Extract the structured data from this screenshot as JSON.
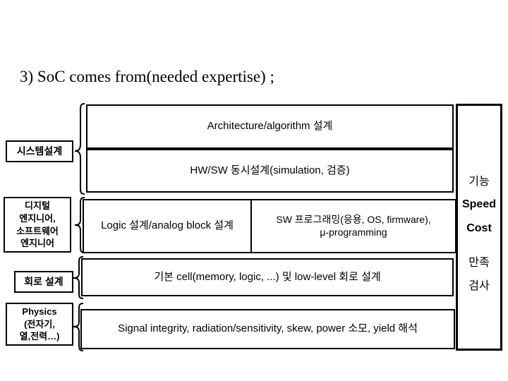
{
  "title": "3) SoC comes from(needed expertise) ;",
  "colors": {
    "line": "#000000",
    "background": "#ffffff",
    "text": "#000000"
  },
  "left_labels": {
    "system_design": "시스템설계",
    "digital_engineer": {
      "lines": [
        "디지털",
        "엔지니어,",
        "소프트웨어",
        "엔지니어"
      ]
    },
    "circuit_design": "회로 설계",
    "physics": {
      "lines": [
        "Physics",
        "(전자기,",
        "열,전력…)"
      ]
    }
  },
  "main_boxes": {
    "architecture": "Architecture/algorithm 설계",
    "hw_sw": "HW/SW 동시설계(simulation, 검증)",
    "logic": "Logic 설계/analog block 설계",
    "sw_programming": {
      "lines": [
        "SW 프로그래밍(응용, OS, firmware),",
        "μ-programming"
      ]
    },
    "basic_cell": "기본 cell(memory, logic, ...) 및 low-level 회로 설계",
    "signal": "Signal integrity, radiation/sensitivity, skew, power 소모, yield 해석"
  },
  "right_panel": {
    "items": [
      "기능",
      "Speed",
      "Cost",
      "만족",
      "검사"
    ]
  }
}
